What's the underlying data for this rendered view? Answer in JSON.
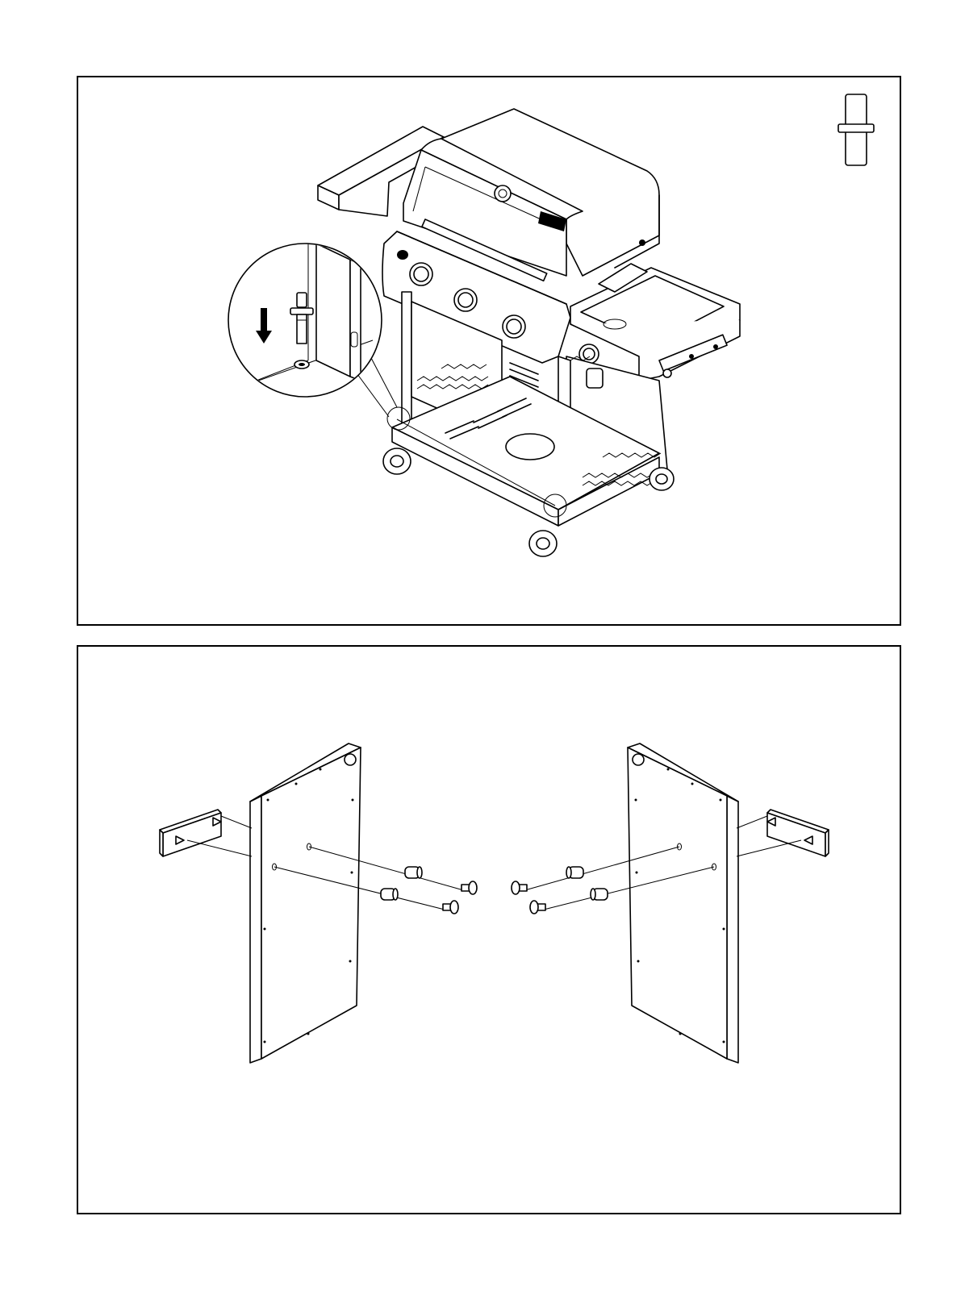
{
  "document": {
    "type": "assembly-instructions",
    "steps": [
      {
        "id": "step-top",
        "illustration": "gas-grill-cart-assembled",
        "parts": [
          "bolt-with-washer",
          "side-shelf-left",
          "side-shelf-right",
          "control-panel",
          "burner-knob",
          "caster-wheel",
          "lid",
          "temperature-gauge"
        ],
        "callout": "detail-bolt-insert-into-hole",
        "arrow_direction": "down"
      },
      {
        "id": "step-bottom",
        "illustration": "side-panel-bracket-attachment",
        "parts": [
          "side-panel",
          "bracket",
          "spacer",
          "screw"
        ],
        "count_per_side": {
          "screw": 2,
          "spacer": 2
        }
      }
    ],
    "hardware_icon": "bolt-with-washer-icon"
  }
}
